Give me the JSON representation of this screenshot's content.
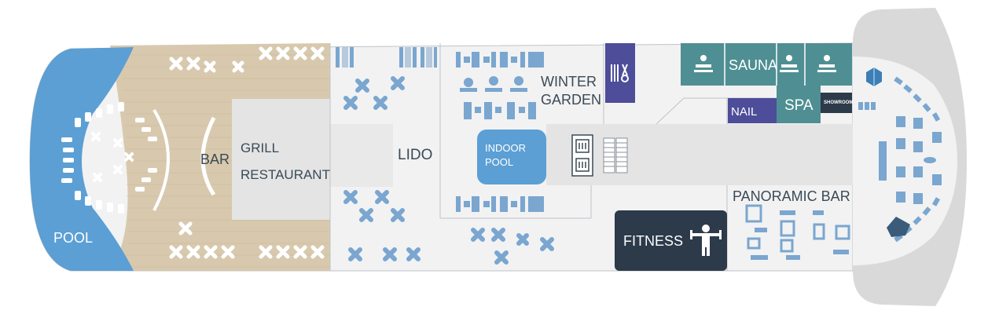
{
  "labels": {
    "pool": "POOL",
    "bar": "BAR",
    "grill_1": "GRILL",
    "grill_2": "RESTAURANT",
    "lido": "LIDO",
    "winter_1": "WINTER",
    "winter_2": "GARDEN",
    "indoor_pool_1": "INDOOR",
    "indoor_pool_2": "POOL",
    "sauna": "SAUNA",
    "nail": "NAIL",
    "spa": "SPA",
    "showroom": "SHOWROOM",
    "panoramic_bar": "PANORAMIC BAR",
    "fitness": "FITNESS"
  },
  "colors": {
    "deck_wood": "#d8c9ae",
    "pool_blue": "#5b9fd4",
    "hull_grey": "#f1f1f2",
    "bow_grey": "#d9d9da",
    "bar_area": "#e4e4e5",
    "spa_teal": "#4f8f93",
    "nail_purple": "#4d4d9a",
    "fitness_navy": "#2c3a4a",
    "furniture_blue": "#7aa6cf",
    "text": "#3a4a55"
  },
  "icons": {
    "massage": "massage-icon",
    "barber": "barber-icon",
    "elevator": "elevator-icon",
    "stairs": "stairs-icon",
    "fitness": "weightlifter-icon",
    "cube": "cube-icon",
    "piano": "piano-icon"
  }
}
